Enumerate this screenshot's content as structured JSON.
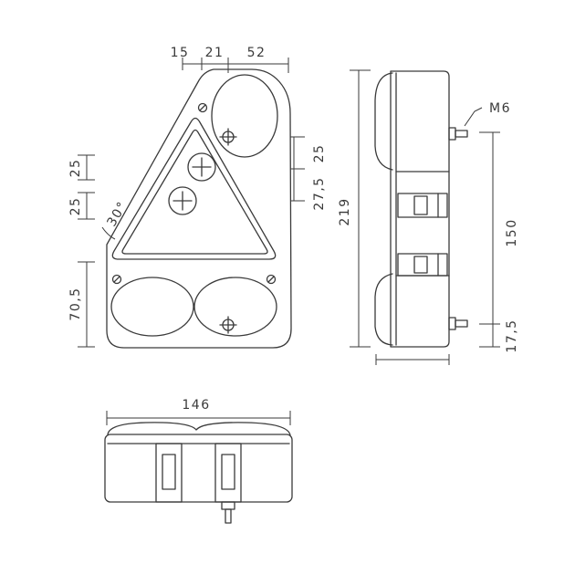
{
  "colors": {
    "line": "#3a3a3a",
    "background": "#ffffff"
  },
  "front_view": {
    "dim_top": [
      "15",
      "21",
      "52"
    ],
    "dim_left_upper": [
      "25",
      "25"
    ],
    "angle": "30°",
    "dim_left_lower": "70,5",
    "dim_right": [
      "25",
      "27,5"
    ]
  },
  "side_view": {
    "thread": "M6",
    "height": "219",
    "mount_spacing": "150",
    "bottom_offset": "17,5"
  },
  "bottom_view": {
    "width": "146"
  }
}
